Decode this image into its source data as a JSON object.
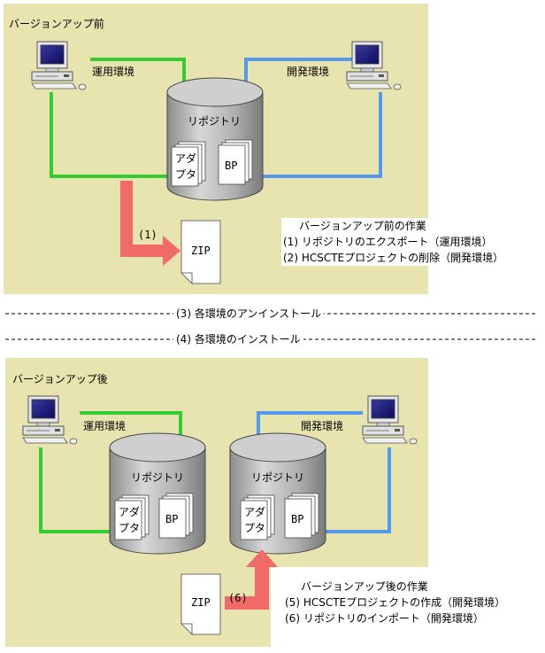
{
  "colors": {
    "panel": "#e8e4b0",
    "prod_line": "#33cc33",
    "dev_line": "#5599ee",
    "arrow": "#f06a6a",
    "cylinder": "#b8b8b8"
  },
  "icons": [
    "pc-icon",
    "cylinder-icon",
    "document-icon",
    "bullet-icon",
    "arrow-icon"
  ],
  "before": {
    "title": "バージョンアップ前",
    "prod_env": "運用環境",
    "dev_env": "開発環境",
    "repository": "リポジトリ",
    "adapter_line1": "アダ",
    "adapter_line2": "プタ",
    "bp": "BP",
    "step_label": "(1)",
    "zip": "ZIP",
    "notes": {
      "header": "バージョンアップ前の作業",
      "items": [
        "(1) リポジトリのエクスポート（運用環境）",
        "(2) HCSCTEプロジェクトの削除（開発環境）"
      ]
    }
  },
  "separators": [
    "(3) 各環境のアンインストール",
    "(4) 各環境のインストール"
  ],
  "after": {
    "title": "バージョンアップ後",
    "prod_env": "運用環境",
    "dev_env": "開発環境",
    "repository_prod": "リポジトリ",
    "repository_dev": "リポジトリ",
    "adapter_line1": "アダ",
    "adapter_line2": "プタ",
    "bp": "BP",
    "step_label": "(6)",
    "zip": "ZIP",
    "notes": {
      "header": "バージョンアップ後の作業",
      "items": [
        "(5) HCSCTEプロジェクトの作成（開発環境）",
        "(6) リポジトリのインポート（開発環境）"
      ]
    }
  }
}
